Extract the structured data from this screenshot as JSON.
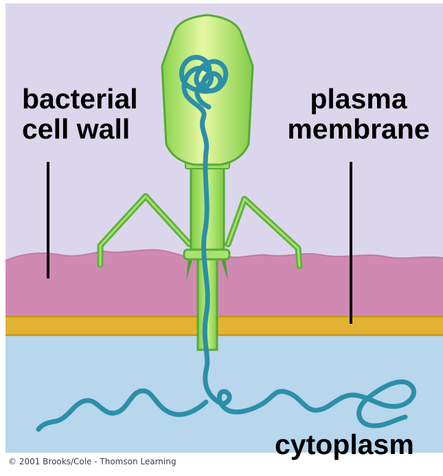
{
  "labels": {
    "bacterial_cell_wall_line1": "bacterial",
    "bacterial_cell_wall_line2": "cell wall",
    "plasma_membrane_line1": "plasma",
    "plasma_membrane_line2": "membrane",
    "cytoplasm": "cytoplasm",
    "copyright": "© 2001 Brooks/Cole - Thomson Learning"
  },
  "colors": {
    "outer_background": "#dcd6ec",
    "cell_wall": "#d08ab2",
    "plasma_membrane": "#e2b233",
    "cytoplasm": "#b8d6ec",
    "phage_body": "#9bdc5b",
    "phage_outline": "#57a83a",
    "dna": "#2c8fa8",
    "leader_line": "#000000"
  },
  "icons": {
    "phage": "bacteriophage-icon",
    "dna": "dna-strand-icon"
  }
}
